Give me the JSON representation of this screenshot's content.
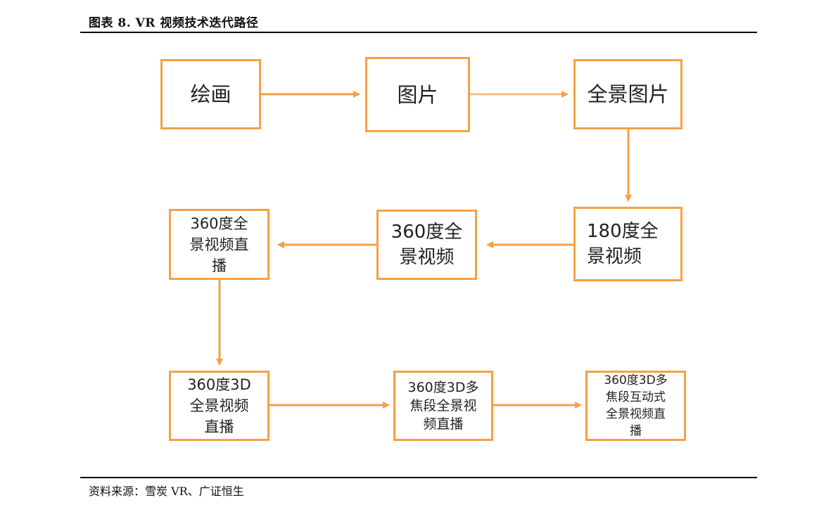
{
  "figure": {
    "title": "图表 8. VR 视频技术迭代路径",
    "source": "资料来源：雪炭 VR、广证恒生"
  },
  "colors": {
    "box_border": "#f7a043",
    "arrow": "#f7a043",
    "rule": "#000000"
  },
  "nodes": {
    "painting": "绘画",
    "picture": "图片",
    "panorama_picture": "全景图片",
    "video_180": "180度全\n景视频",
    "video_360": "360度全\n景视频",
    "live_360": "360度全\n景视频直\n播",
    "live_360_3d": "360度3D\n全景视频\n直播",
    "multifocal_360_3d": "360度3D多\n焦段全景视\n频直播",
    "interactive_360_3d": "360度3D多\n焦段互动式\n全景视频直\n播"
  }
}
